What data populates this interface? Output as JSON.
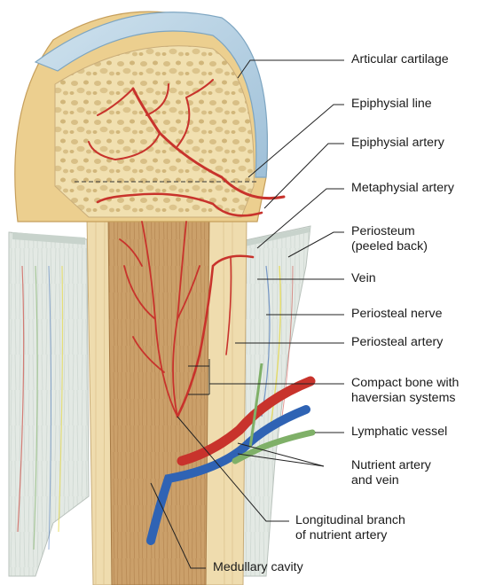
{
  "diagram": {
    "labels": {
      "articular_cartilage": "Articular cartilage",
      "epiphysial_line": "Epiphysial line",
      "epiphysial_artery": "Epiphysial artery",
      "metaphysial_artery": "Metaphysial artery",
      "periosteum_1": "Periosteum",
      "periosteum_2": "(peeled back)",
      "vein": "Vein",
      "periosteal_nerve": "Periosteal nerve",
      "periosteal_artery": "Periosteal artery",
      "compact_bone_1": "Compact bone with",
      "compact_bone_2": "haversian systems",
      "lymphatic_vessel": "Lymphatic vessel",
      "nutrient_1": "Nutrient artery",
      "nutrient_2": "and vein",
      "longitudinal_1": "Longitudinal branch",
      "longitudinal_2": "of nutrient artery",
      "medullary_cavity": "Medullary cavity"
    },
    "colors": {
      "artery": "#c8332c",
      "vein": "#2f63b4",
      "lymph": "#7fb068",
      "nerve": "#e6d84a",
      "cartilage": "#bcd6e8",
      "spongy_bone": "#f1e0b0",
      "compact_bone": "#efdcae",
      "marrow": "#c99f6a",
      "periosteum": "#dfe7e2",
      "leader_line": "#222222"
    }
  }
}
